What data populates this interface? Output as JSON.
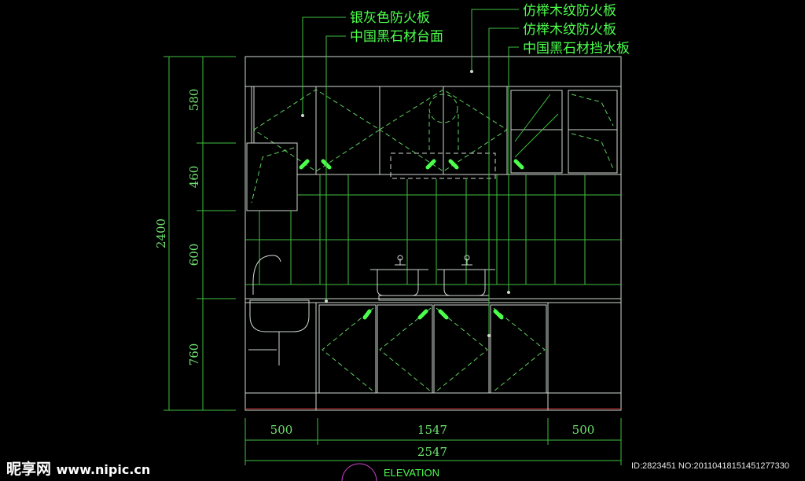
{
  "labels": {
    "left": [
      "银灰色防火板",
      "中国黑石材台面"
    ],
    "right": [
      "仿榉木纹防火板",
      "仿榉木纹防火板",
      "中国黑石材挡水板"
    ]
  },
  "dimensions": {
    "vertical": [
      "580",
      "460",
      "600",
      "760"
    ],
    "total_height": "2400",
    "horizontal": [
      "500",
      "1547",
      "500"
    ],
    "total_width": "2547"
  },
  "title": "ELEVATION",
  "watermark": {
    "logo": "昵享网",
    "site": "www.nipic.cn",
    "id": "ID:2823451 NO:20110418151451277330"
  }
}
